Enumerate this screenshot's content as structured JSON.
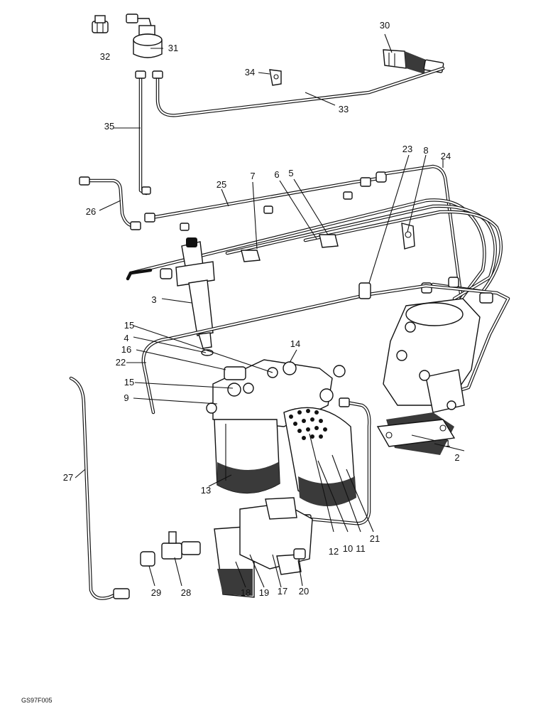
{
  "diagram": {
    "drawing_code": "GS97F005",
    "callouts": [
      {
        "id": "c1",
        "label": "1"
      },
      {
        "id": "c2",
        "label": "2"
      },
      {
        "id": "c3",
        "label": "3"
      },
      {
        "id": "c4",
        "label": "4"
      },
      {
        "id": "c5",
        "label": "5"
      },
      {
        "id": "c6",
        "label": "6"
      },
      {
        "id": "c7",
        "label": "7"
      },
      {
        "id": "c8",
        "label": "8"
      },
      {
        "id": "c9",
        "label": "9"
      },
      {
        "id": "c10",
        "label": "10"
      },
      {
        "id": "c11",
        "label": "11"
      },
      {
        "id": "c12",
        "label": "12"
      },
      {
        "id": "c13",
        "label": "13"
      },
      {
        "id": "c14",
        "label": "14"
      },
      {
        "id": "c15a",
        "label": "15"
      },
      {
        "id": "c15b",
        "label": "15"
      },
      {
        "id": "c16",
        "label": "16"
      },
      {
        "id": "c17",
        "label": "17"
      },
      {
        "id": "c18",
        "label": "18"
      },
      {
        "id": "c19",
        "label": "19"
      },
      {
        "id": "c20",
        "label": "20"
      },
      {
        "id": "c21",
        "label": "21"
      },
      {
        "id": "c22",
        "label": "22"
      },
      {
        "id": "c23",
        "label": "23"
      },
      {
        "id": "c24",
        "label": "24"
      },
      {
        "id": "c25",
        "label": "25"
      },
      {
        "id": "c26",
        "label": "26"
      },
      {
        "id": "c27",
        "label": "27"
      },
      {
        "id": "c28",
        "label": "28"
      },
      {
        "id": "c29",
        "label": "29"
      },
      {
        "id": "c30",
        "label": "30"
      },
      {
        "id": "c31",
        "label": "31"
      },
      {
        "id": "c32",
        "label": "32"
      },
      {
        "id": "c33",
        "label": "33"
      },
      {
        "id": "c34",
        "label": "34"
      },
      {
        "id": "c35",
        "label": "35"
      }
    ]
  }
}
